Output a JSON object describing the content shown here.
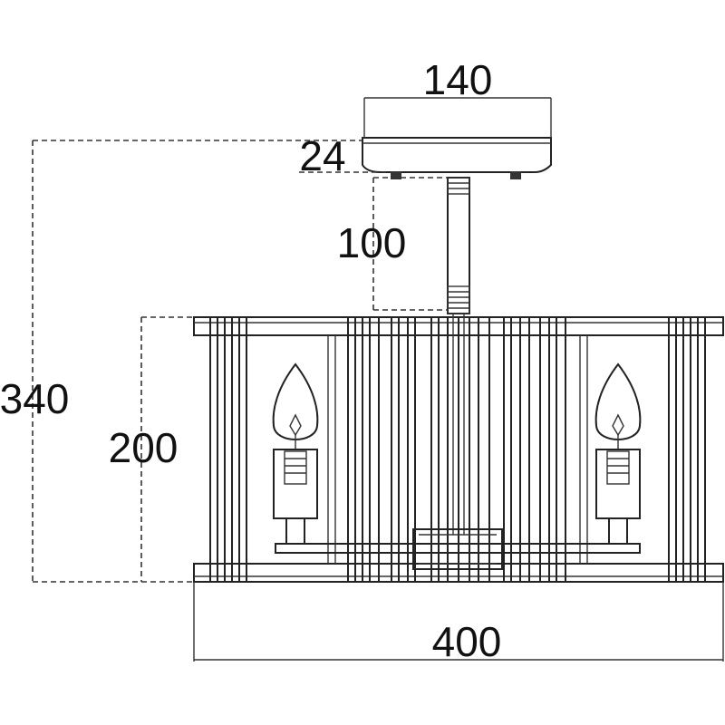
{
  "dimensions": {
    "canopy_width": "140",
    "canopy_height": "24",
    "rod_length": "100",
    "overall_height": "340",
    "shade_height": "200",
    "shade_width": "400"
  },
  "icons": [
    "candle-bulb-icon"
  ]
}
